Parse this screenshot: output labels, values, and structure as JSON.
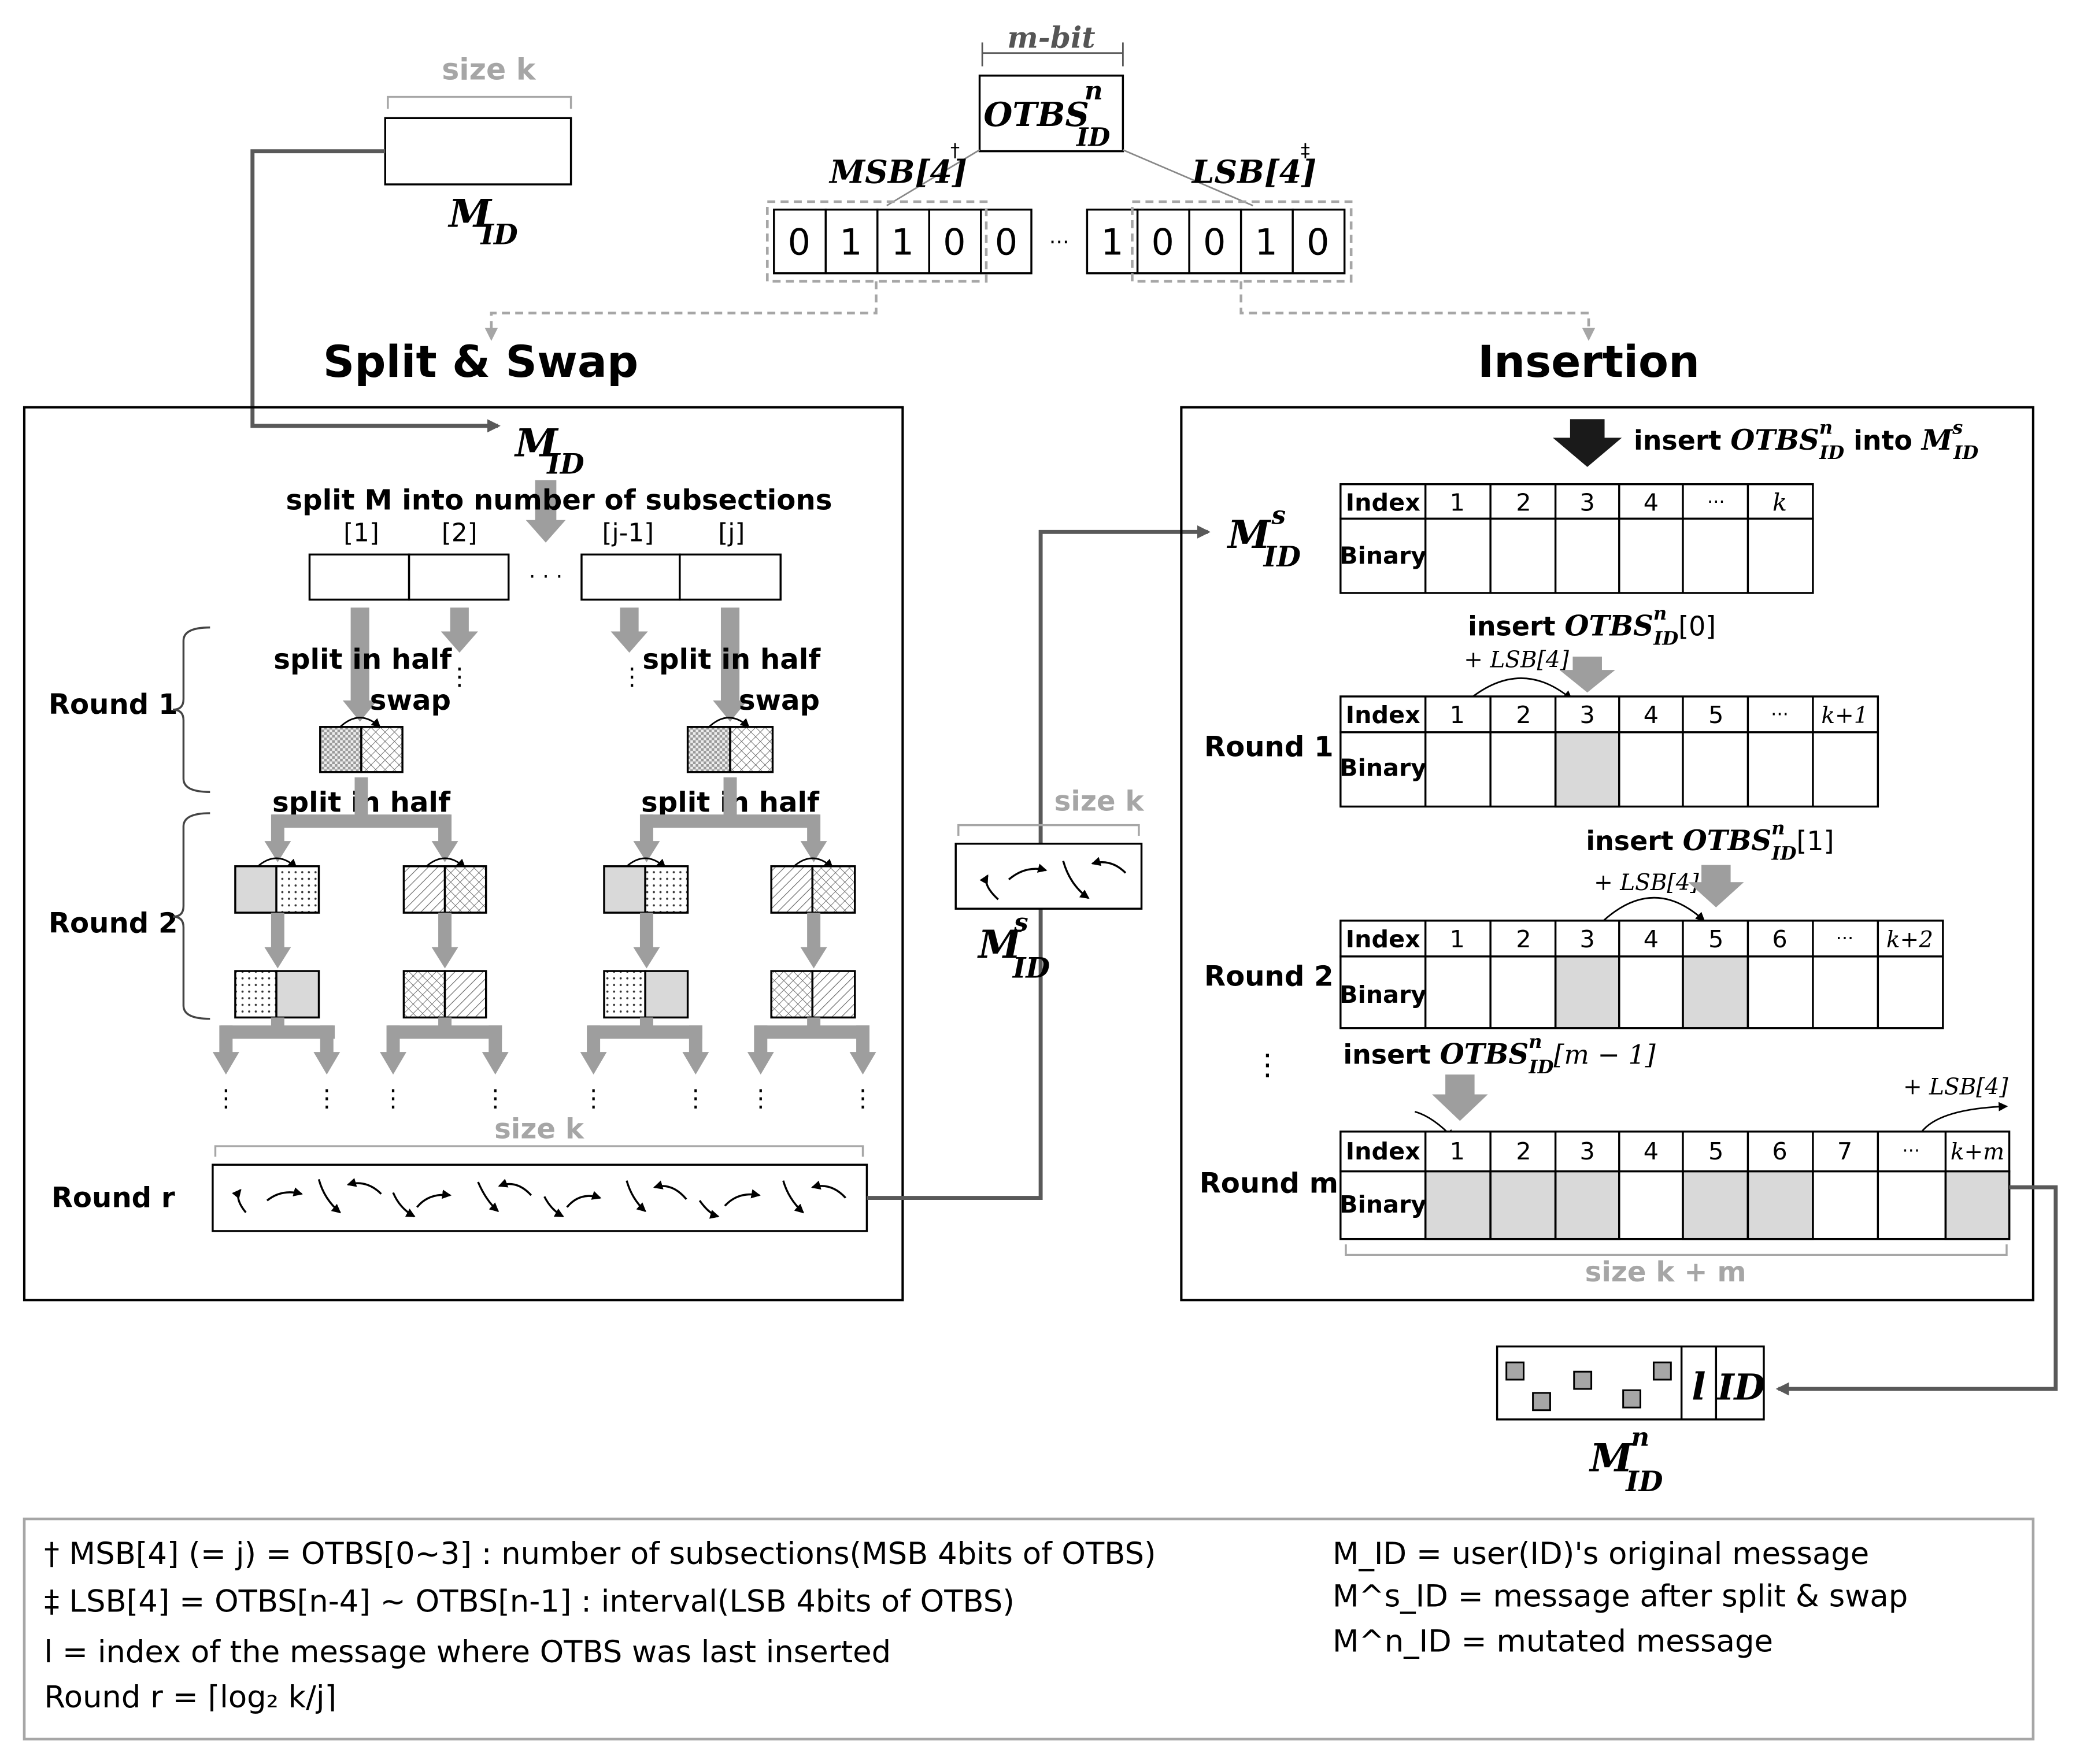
{
  "header": {
    "mbit": "m-bit",
    "otbs": "OTBS",
    "sup_n": "n",
    "sub_id": "ID",
    "msb_label": "MSB[4]",
    "lsb_label": "LSB[4]",
    "dagger": "†",
    "ddagger": "‡",
    "bits_left": [
      "0",
      "1",
      "1",
      "0",
      "0"
    ],
    "ellipsis": "···",
    "bits_right": [
      "1",
      "0",
      "0",
      "1",
      "0"
    ],
    "size_k": "size k",
    "mid_main": "M",
    "mid_sub": "ID"
  },
  "sections": {
    "split_swap": "Split & Swap",
    "insertion": "Insertion"
  },
  "split": {
    "mid_main": "M",
    "mid_sub": "ID",
    "split_m": "split M into number of subsections",
    "subsections": [
      "[1]",
      "[2]",
      "[j-1]",
      "[j]"
    ],
    "dots": "· · ·",
    "split_half": "split in half",
    "swap": "swap",
    "round1": "Round 1",
    "round2": "Round 2",
    "roundr": "Round r",
    "size_k": "size k"
  },
  "middle": {
    "size_k": "size k",
    "ms_main": "M",
    "ms_sup": "s",
    "ms_sub": "ID"
  },
  "insertion": {
    "top_label": "insert OTBS into M",
    "ms_main": "M",
    "ms_sup": "s",
    "ms_sub": "ID",
    "index_label": "Index",
    "binary_label": "Binary",
    "table0_cols": [
      "1",
      "2",
      "3",
      "4",
      "···",
      "k"
    ],
    "insert0": "insert OTBS [0]",
    "plus_lsb": "+ LSB[4]",
    "round1": "Round 1",
    "table1_cols": [
      "1",
      "2",
      "3",
      "4",
      "5",
      "···",
      "k+1"
    ],
    "insert1": "insert OTBS [1]",
    "round2": "Round 2",
    "table2_cols": [
      "1",
      "2",
      "3",
      "4",
      "5",
      "6",
      "···",
      "k+2"
    ],
    "insert_m1": "insert OTBS [m − 1]",
    "roundm": "Round m",
    "table3_cols": [
      "1",
      "2",
      "3",
      "4",
      "5",
      "6",
      "7",
      "···",
      "k+m"
    ],
    "size_km": "size k + m",
    "vdots": "⋮"
  },
  "output": {
    "l": "l",
    "id": "ID",
    "mn_main": "M",
    "mn_sup": "n",
    "mn_sub": "ID"
  },
  "legend": {
    "line1": "† MSB[4] (= j) = OTBS[0~3] : number of subsections(MSB 4bits of OTBS)",
    "line2": "‡ LSB[4] = OTBS[n-4] ~ OTBS[n-1] : interval(LSB 4bits of OTBS)",
    "line3": "l = index of the message where OTBS was last inserted",
    "line4": "Round r = ⌈log₂ k/j⌉",
    "def1": "M_ID = user(ID)'s original message",
    "def2": "M^s_ID = message after split & swap",
    "def3": "M^n_ID = mutated message"
  },
  "colors": {
    "box_stroke": "#000000",
    "arrow_gray": "#9e9e9e",
    "dashed_gray": "#a6a6a6",
    "dark_line": "#595959",
    "filled_cell": "#d9d9d9",
    "black_arrow": "#1a1a1a"
  }
}
